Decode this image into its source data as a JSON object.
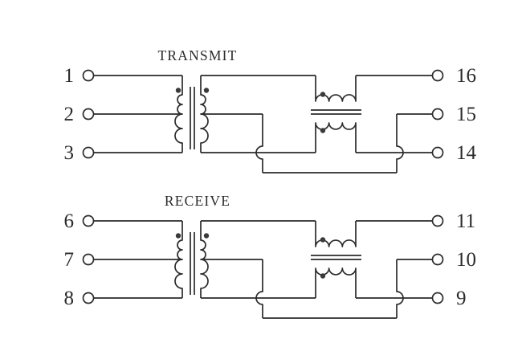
{
  "diagram": {
    "background_color": "#ffffff",
    "line_color": "#2b2b2b",
    "dot_color": "#3a3a3a",
    "circuits": [
      {
        "title": "TRANSMIT",
        "left_pins": [
          "1",
          "2",
          "3"
        ],
        "right_pins": [
          "16",
          "15",
          "14"
        ]
      },
      {
        "title": "RECEIVE",
        "left_pins": [
          "6",
          "7",
          "8"
        ],
        "right_pins": [
          "11",
          "10",
          "9"
        ]
      }
    ]
  }
}
